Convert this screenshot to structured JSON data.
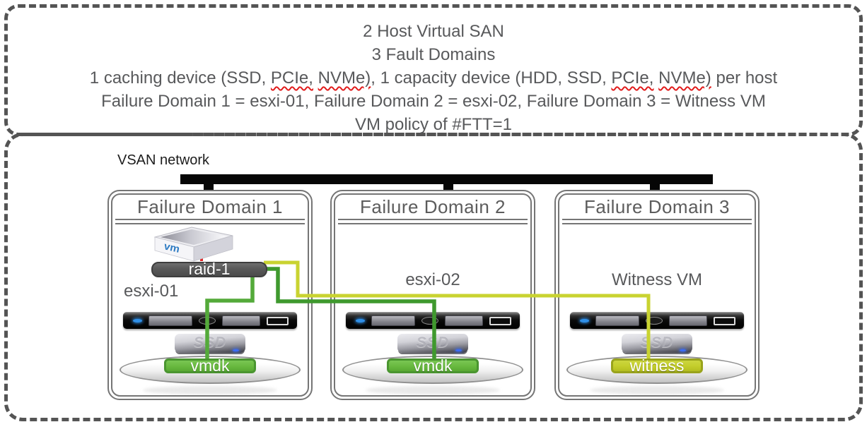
{
  "header": {
    "line1": "2 Host Virtual SAN",
    "line2": "3 Fault Domains",
    "line3_segments": [
      {
        "t": "1 caching device (SSD, ",
        "w": 0
      },
      {
        "t": "PCIe,",
        "w": 1
      },
      {
        "t": " ",
        "w": 0
      },
      {
        "t": "NVMe)",
        "w": 1
      },
      {
        "t": ", 1 capacity device (HDD, SSD, ",
        "w": 0
      },
      {
        "t": "PCIe,",
        "w": 1
      },
      {
        "t": " ",
        "w": 0
      },
      {
        "t": "NVMe)",
        "w": 1
      },
      {
        "t": " per host",
        "w": 0
      }
    ],
    "line4": "Failure Domain 1 = esxi-01, Failure Domain 2 = esxi-02, Failure Domain 3 = Witness VM",
    "line5": "VM policy of #FTT=1"
  },
  "network": {
    "label": "VSAN network"
  },
  "domains": [
    {
      "title": "Failure Domain 1",
      "host_label": "esxi-01",
      "raid_label": "raid-1",
      "vm_logo": "vm",
      "disk_label": "vmdk"
    },
    {
      "title": "Failure Domain 2",
      "host_label": "esxi-02",
      "disk_label": "vmdk"
    },
    {
      "title": "Failure Domain 3",
      "host_label": "Witness VM",
      "disk_label": "witness"
    }
  ],
  "hardware": {
    "ssd_label": "SSD"
  },
  "colors": {
    "text_gray": "#58595b",
    "spellcheck_red": "#e11b1b",
    "network_bar": "#060606",
    "vm_link_line": "#e02525",
    "replica_line_fd1": "#54aa3a",
    "replica_line_fd2": "#3f992e",
    "witness_line": "#c9d331",
    "vmdk_fill": "#68b93f",
    "witness_fill": "#c3cd2b",
    "raid_pill_bg": "#595959"
  }
}
